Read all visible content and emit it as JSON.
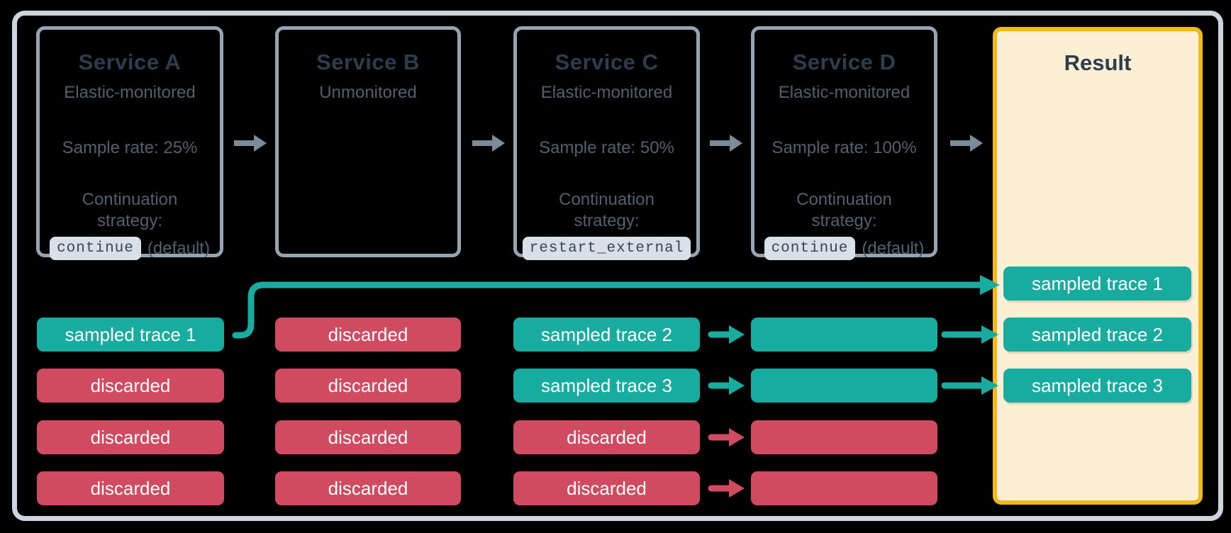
{
  "colors": {
    "bg": "#000000",
    "frame-border": "#CBD5DE",
    "box-border": "#95A4B3",
    "ink": "#2E3D4D",
    "muted": "#51606E",
    "code-bg": "#D9E0E9",
    "code-ink": "#394653",
    "teal": "#18ACA0",
    "red": "#D04A60",
    "arrow-gray": "#7C8B99",
    "result-bg": "#FBF0D3",
    "result-border": "#F2B91E",
    "pill-text": "#FFFFFF"
  },
  "services": [
    {
      "title": "Service A",
      "subtitle": "Elastic-monitored",
      "sample_rate": "Sample rate: 25%",
      "strategy_label": "Continuation strategy:",
      "code": "continue",
      "code_suffix": "(default)"
    },
    {
      "title": "Service B",
      "subtitle": "Unmonitored"
    },
    {
      "title": "Service C",
      "subtitle": "Elastic-monitored",
      "sample_rate": "Sample rate: 50%",
      "strategy_label": "Continuation strategy:",
      "code": "restart_external",
      "code_suffix": ""
    },
    {
      "title": "Service D",
      "subtitle": "Elastic-monitored",
      "sample_rate": "Sample rate: 100%",
      "strategy_label": "Continuation strategy:",
      "code": "continue",
      "code_suffix": "(default)"
    }
  ],
  "trace_columns": [
    {
      "service": "Service A",
      "pills": [
        {
          "label": "sampled trace 1",
          "type": "sampled"
        },
        {
          "label": "discarded",
          "type": "discarded"
        },
        {
          "label": "discarded",
          "type": "discarded"
        },
        {
          "label": "discarded",
          "type": "discarded"
        }
      ]
    },
    {
      "service": "Service B",
      "pills": [
        {
          "label": "discarded",
          "type": "discarded"
        },
        {
          "label": "discarded",
          "type": "discarded"
        },
        {
          "label": "discarded",
          "type": "discarded"
        },
        {
          "label": "discarded",
          "type": "discarded"
        }
      ]
    },
    {
      "service": "Service C",
      "pills": [
        {
          "label": "sampled trace 2",
          "type": "sampled"
        },
        {
          "label": "sampled trace 3",
          "type": "sampled"
        },
        {
          "label": "discarded",
          "type": "discarded"
        },
        {
          "label": "discarded",
          "type": "discarded"
        }
      ]
    },
    {
      "service": "Service D",
      "pills": [
        {
          "label": "",
          "type": "sampled"
        },
        {
          "label": "",
          "type": "sampled"
        },
        {
          "label": "",
          "type": "discarded"
        },
        {
          "label": "",
          "type": "discarded"
        }
      ]
    }
  ],
  "result": {
    "title": "Result",
    "pills": [
      "sampled trace 1",
      "sampled trace 2",
      "sampled trace 3"
    ]
  }
}
